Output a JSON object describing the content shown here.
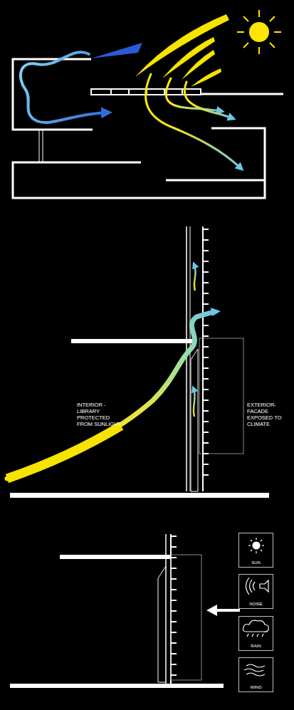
{
  "diagram": {
    "nodes": [
      {
        "text": [
          "SUN"
        ]
      },
      {
        "text": [
          "NOISE"
        ]
      },
      {
        "text": [
          "RAIN"
        ]
      },
      {
        "text": [
          "WIND"
        ]
      }
    ],
    "labels": [
      "INTERIOR - LIBRARY PROTECTED FROM SUNLIGHT",
      "EXTERIOR- FACADE EXPOSED TO CLIMATE"
    ]
  }
}
